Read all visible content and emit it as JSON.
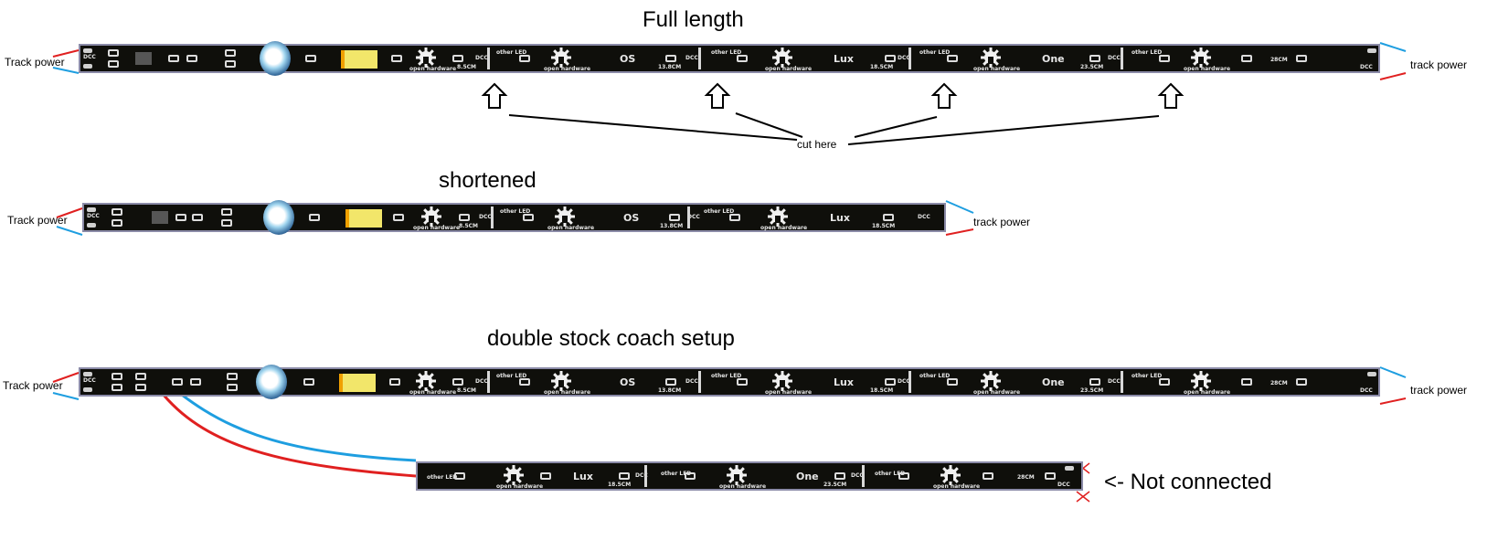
{
  "titles": {
    "full": "Full length",
    "shortened": "shortened",
    "double": "double stock coach setup"
  },
  "labels": {
    "track_power_left": "Track power",
    "track_power_right": "track power",
    "cut_here": "cut here",
    "not_connected": "<- Not connected"
  },
  "pcb": {
    "dcc": "DCC",
    "open_hardware": "open hardware",
    "other_led": "other LED",
    "segments": [
      "OS",
      "Lux",
      "One"
    ],
    "cuts": [
      "8.5CM",
      "13.8CM",
      "18.5CM",
      "23.5CM",
      "28CM"
    ]
  },
  "colors": {
    "pcb": "#0f0f0b",
    "pcb_border": "#8b8ba8",
    "wire_blue": "#1e9ee0",
    "wire_red": "#e02020",
    "capacitor": "#3a6fa0",
    "led_yellow": "#f2e66a"
  }
}
